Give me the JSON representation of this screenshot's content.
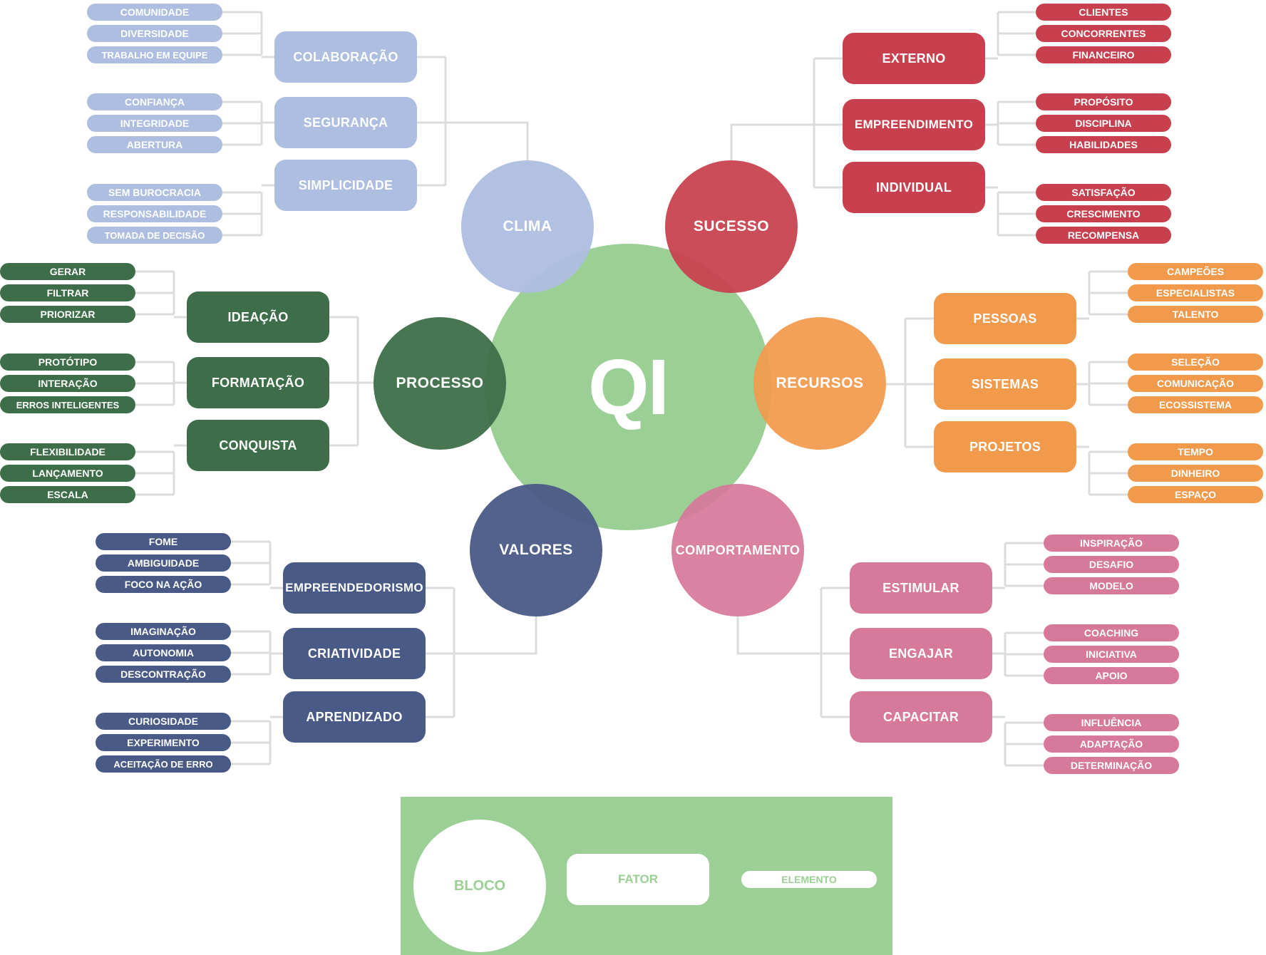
{
  "center": {
    "label": "QI",
    "color": "#9bcf95"
  },
  "blocks": [
    {
      "id": "clima",
      "label": "CLIMA",
      "color": "#aebee0",
      "alpha": 0.95,
      "factors": [
        {
          "label": "COLABORAÇÃO",
          "elements": [
            "COMUNIDADE",
            "DIVERSIDADE",
            "TRABALHO EM EQUIPE"
          ]
        },
        {
          "label": "SEGURANÇA",
          "elements": [
            "CONFIANÇA",
            "INTEGRIDADE",
            "ABERTURA"
          ]
        },
        {
          "label": "SIMPLICIDADE",
          "elements": [
            "SEM BUROCRACIA",
            "RESPONSABILIDADE",
            "TOMADA DE DECISÃO"
          ]
        }
      ]
    },
    {
      "id": "sucesso",
      "label": "SUCESSO",
      "color": "#c8404e",
      "alpha": 0.93,
      "factors": [
        {
          "label": "EXTERNO",
          "elements": [
            "CLIENTES",
            "CONCORRENTES",
            "FINANCEIRO"
          ]
        },
        {
          "label": "EMPREENDIMENTO",
          "elements": [
            "PROPÓSITO",
            "DISCIPLINA",
            "HABILIDADES"
          ]
        },
        {
          "label": "INDIVIDUAL",
          "elements": [
            "SATISFAÇÃO",
            "CRESCIMENTO",
            "RECOMPENSA"
          ]
        }
      ]
    },
    {
      "id": "processo",
      "label": "PROCESSO",
      "color": "#3e6e49",
      "alpha": 0.95,
      "factors": [
        {
          "label": "IDEAÇÃO",
          "elements": [
            "GERAR",
            "FILTRAR",
            "PRIORIZAR"
          ]
        },
        {
          "label": "FORMATAÇÃO",
          "elements": [
            "PROTÓTIPO",
            "INTERAÇÃO",
            "ERROS INTELIGENTES"
          ]
        },
        {
          "label": "CONQUISTA",
          "elements": [
            "FLEXIBILIDADE",
            "LANÇAMENTO",
            "ESCALA"
          ]
        }
      ]
    },
    {
      "id": "recursos",
      "label": "RECURSOS",
      "color": "#f29a4c",
      "alpha": 0.93,
      "factors": [
        {
          "label": "PESSOAS",
          "elements": [
            "CAMPEÕES",
            "ESPECIALISTAS",
            "TALENTO"
          ]
        },
        {
          "label": "SISTEMAS",
          "elements": [
            "SELEÇÃO",
            "COMUNICAÇÃO",
            "ECOSSISTEMA"
          ]
        },
        {
          "label": "PROJETOS",
          "elements": [
            "TEMPO",
            "DINHEIRO",
            "ESPAÇO"
          ]
        }
      ]
    },
    {
      "id": "valores",
      "label": "VALORES",
      "color": "#4a5a86",
      "alpha": 0.95,
      "factors": [
        {
          "label": "EMPREENDEDORISMO",
          "elements": [
            "FOME",
            "AMBIGUIDADE",
            "FOCO NA AÇÃO"
          ]
        },
        {
          "label": "CRIATIVIDADE",
          "elements": [
            "IMAGINAÇÃO",
            "AUTONOMIA",
            "DESCONTRAÇÃO"
          ]
        },
        {
          "label": "APRENDIZADO",
          "elements": [
            "CURIOSIDADE",
            "EXPERIMENTO",
            "ACEITAÇÃO DE ERRO"
          ]
        }
      ]
    },
    {
      "id": "comportamento",
      "label": "COMPORTAMENTO",
      "color": "#d6799b",
      "alpha": 0.93,
      "factors": [
        {
          "label": "ESTIMULAR",
          "elements": [
            "INSPIRAÇÃO",
            "DESAFIO",
            "MODELO"
          ]
        },
        {
          "label": "ENGAJAR",
          "elements": [
            "COACHING",
            "INICIATIVA",
            "APOIO"
          ]
        },
        {
          "label": "CAPACITAR",
          "elements": [
            "INFLUÊNCIA",
            "ADAPTAÇÃO",
            "DETERMINAÇÃO"
          ]
        }
      ]
    }
  ],
  "legend": {
    "background": "#9bcf95",
    "text_color": "#9bcf95",
    "bloco": "BLOCO",
    "fator": "FATOR",
    "elemento": "ELEMENTO"
  },
  "connector_color": "#dcdcdc"
}
